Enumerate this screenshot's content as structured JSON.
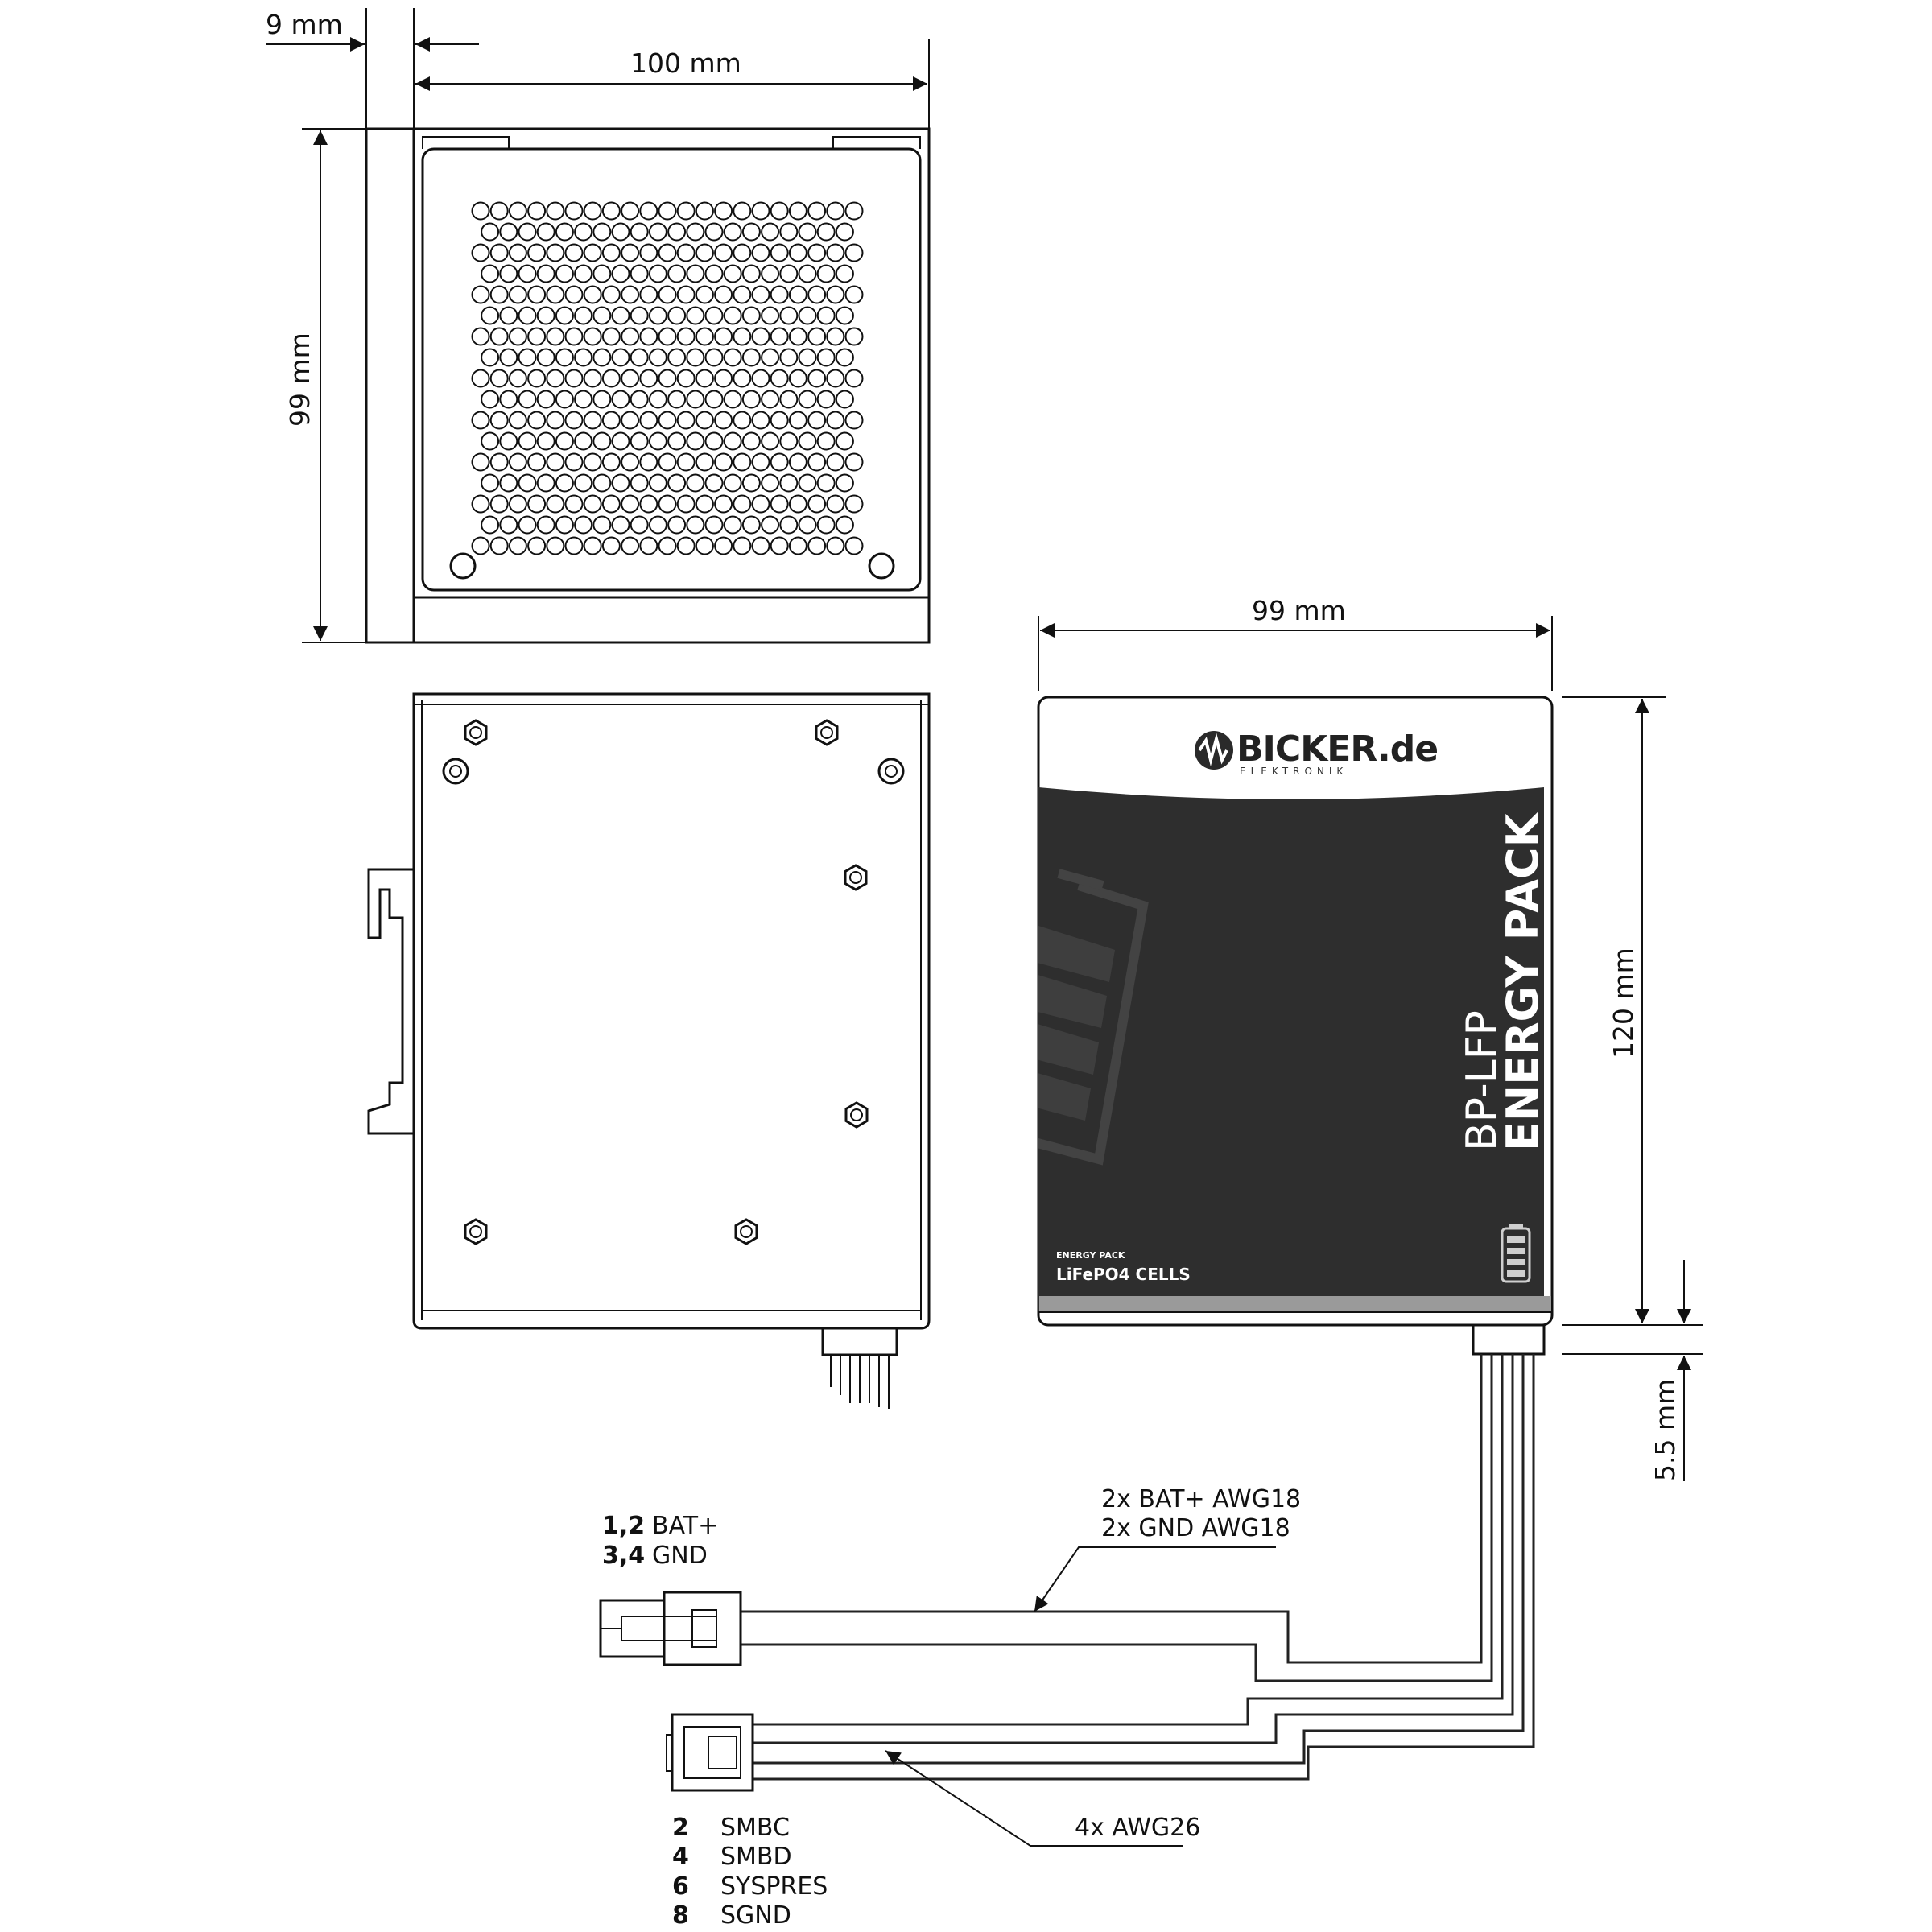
{
  "dimensions": {
    "top_thickness": "9 mm",
    "top_width": "100 mm",
    "top_height": "99 mm",
    "front_width": "99 mm",
    "front_height": "120 mm",
    "connector_offset": "5.5 mm"
  },
  "label": {
    "brand": "BICKER.de",
    "brand_sub": "ELEKTRONIK",
    "model": "BP-LFP",
    "product": "ENERGY PACK",
    "small_line": "ENERGY PACK",
    "cells": "LiFePO4 CELLS"
  },
  "power_cable": {
    "line1": "2x BAT+  AWG18",
    "line2": "2x GND   AWG18",
    "pins": [
      {
        "num": "1,2",
        "signal": "BAT+"
      },
      {
        "num": "3,4",
        "signal": "GND"
      }
    ]
  },
  "signal_cable": {
    "label": "4x AWG26",
    "pins": [
      {
        "num": "2",
        "signal": "SMBC"
      },
      {
        "num": "4",
        "signal": "SMBD"
      },
      {
        "num": "6",
        "signal": "SYSPRES"
      },
      {
        "num": "8",
        "signal": "SGND"
      }
    ]
  },
  "colors": {
    "panel_dark": "#2e2e2e",
    "stroke": "#111111",
    "accent_gray": "#9a9a9a"
  }
}
